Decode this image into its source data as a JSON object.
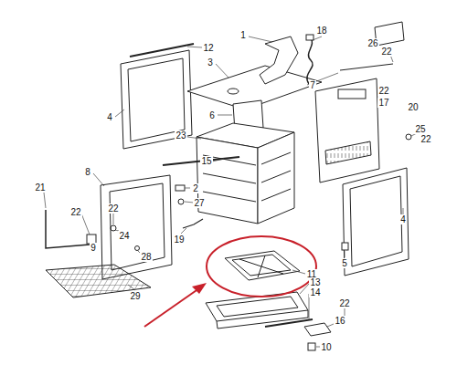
{
  "diagram": {
    "labels": [
      "12",
      "1",
      "18",
      "26",
      "22",
      "3",
      "7",
      "22",
      "17",
      "20",
      "4",
      "6",
      "23",
      "25",
      "22",
      "15",
      "8",
      "21",
      "2",
      "27",
      "22",
      "22",
      "24",
      "4",
      "19",
      "9",
      "28",
      "5",
      "11",
      "29",
      "13",
      "14",
      "22",
      "16",
      "10"
    ]
  }
}
